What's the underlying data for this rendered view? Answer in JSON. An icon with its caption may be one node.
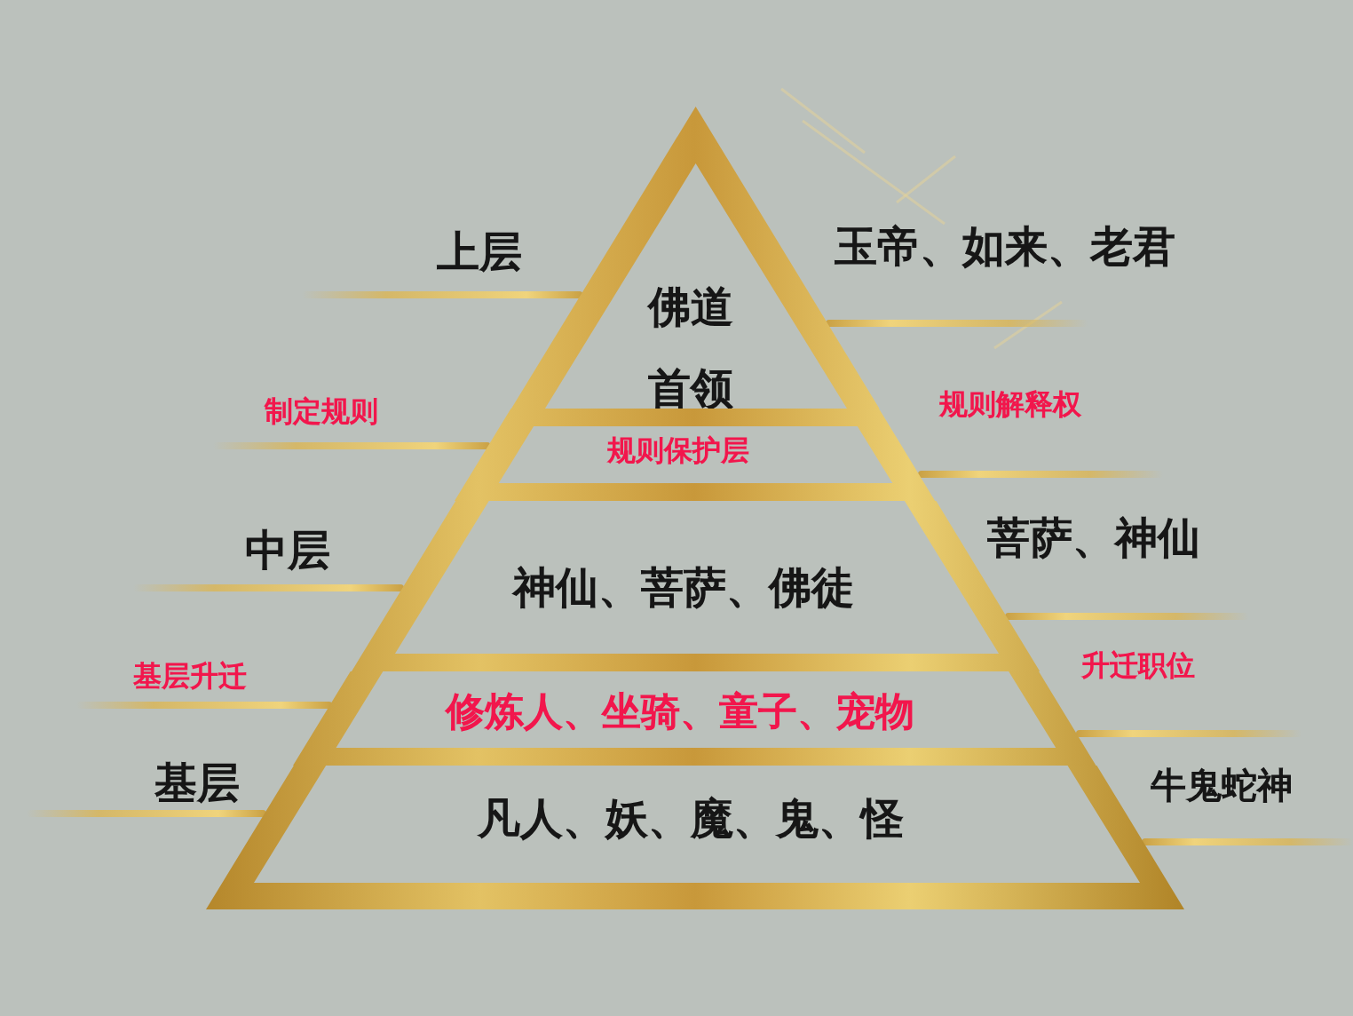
{
  "diagram": {
    "nodes": [
      {
        "text": [
          "佛道首领"
        ],
        "beside": [
          "上层",
          "玉帝、如来、老君"
        ]
      },
      {
        "text": [
          "规则保护层"
        ],
        "beside": [
          "制定规则",
          "规则解释权"
        ]
      },
      {
        "text": [
          "神仙、菩萨、佛徒"
        ],
        "beside": [
          "中层",
          "菩萨、神仙"
        ]
      },
      {
        "text": [
          "修炼人、坐骑、童子、宠物"
        ],
        "beside": [
          "基层升迁",
          "升迁职位"
        ]
      },
      {
        "text": [
          "凡人、妖、魔、鬼、怪"
        ],
        "beside": [
          "基层",
          "牛鬼蛇神"
        ]
      }
    ]
  }
}
